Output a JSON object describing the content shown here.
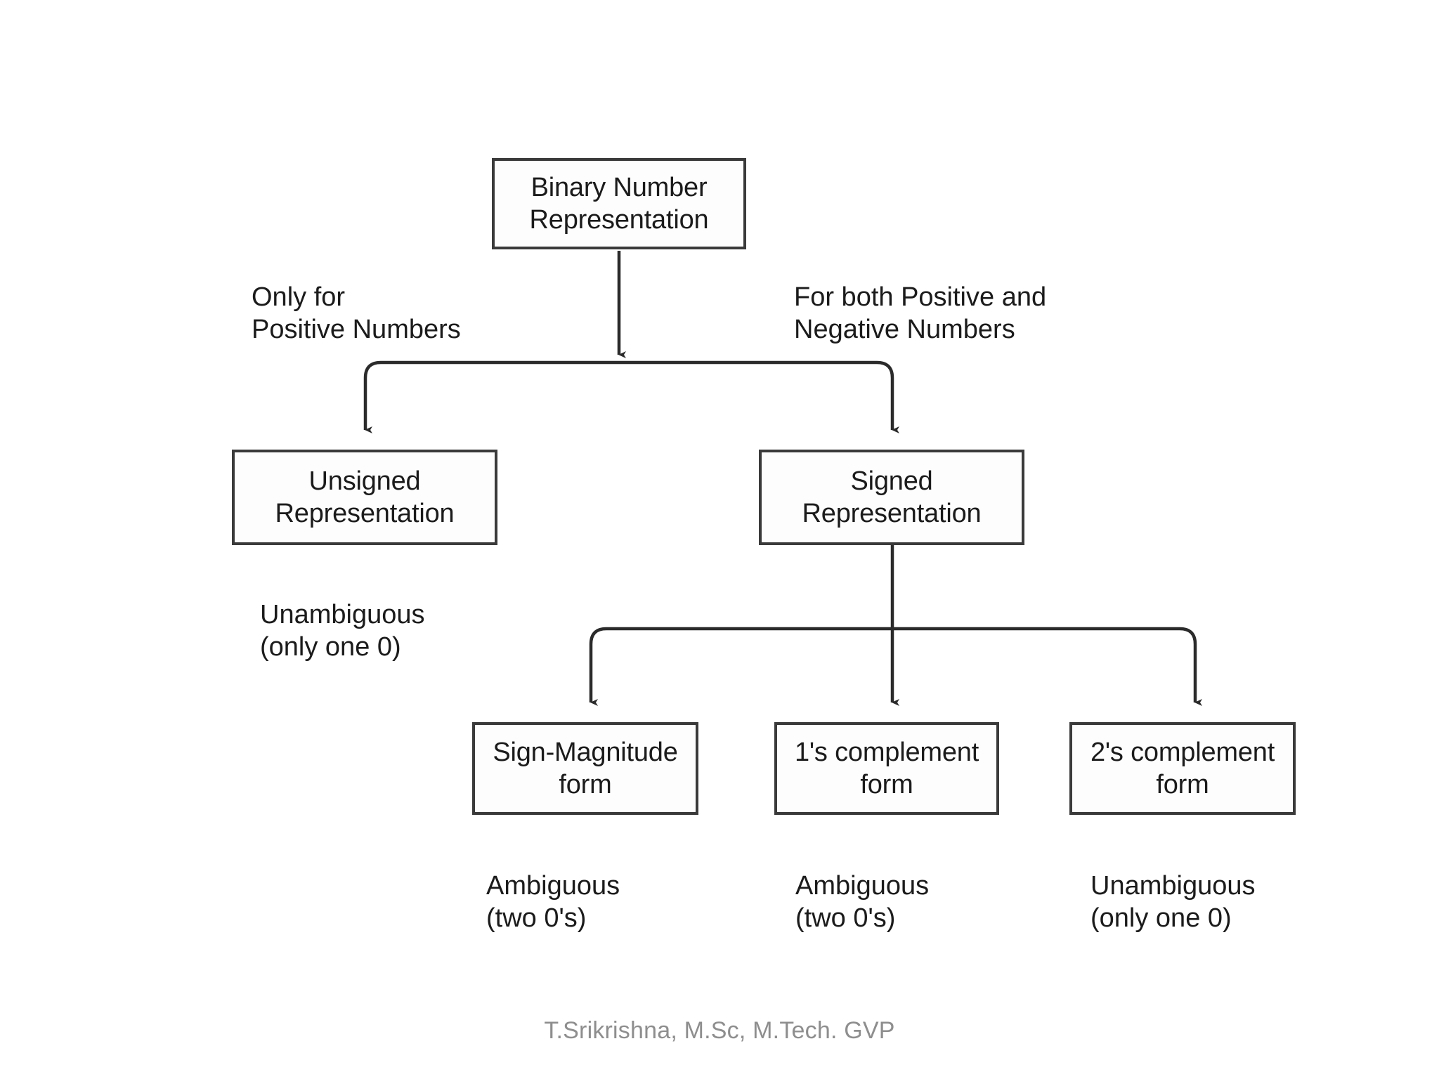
{
  "diagram": {
    "title": "Binary Number Representation",
    "nodes": {
      "root": "Binary Number\nRepresentation",
      "unsigned": "Unsigned\nRepresentation",
      "signed": "Signed\nRepresentation",
      "sign_magnitude": "Sign-Magnitude\nform",
      "ones_complement": "1's complement\nform",
      "twos_complement": "2's complement\nform"
    },
    "edge_labels": {
      "left_branch": "Only for\nPositive Numbers",
      "right_branch": "For both Positive and\nNegative Numbers"
    },
    "notes": {
      "unsigned": "Unambiguous\n(only one 0)",
      "sign_magnitude": "Ambiguous\n(two 0's)",
      "ones_complement": "Ambiguous\n(two 0's)",
      "twos_complement": "Unambiguous\n(only one 0)"
    }
  },
  "footer": {
    "credit": "T.Srikrishna, M.Sc, M.Tech. GVP"
  },
  "colors": {
    "background": "#ffffff",
    "box_border": "#3a3a3a",
    "text": "#1b1b1b",
    "connector": "#2b2b2b",
    "footer_text": "#8e8e8e"
  }
}
